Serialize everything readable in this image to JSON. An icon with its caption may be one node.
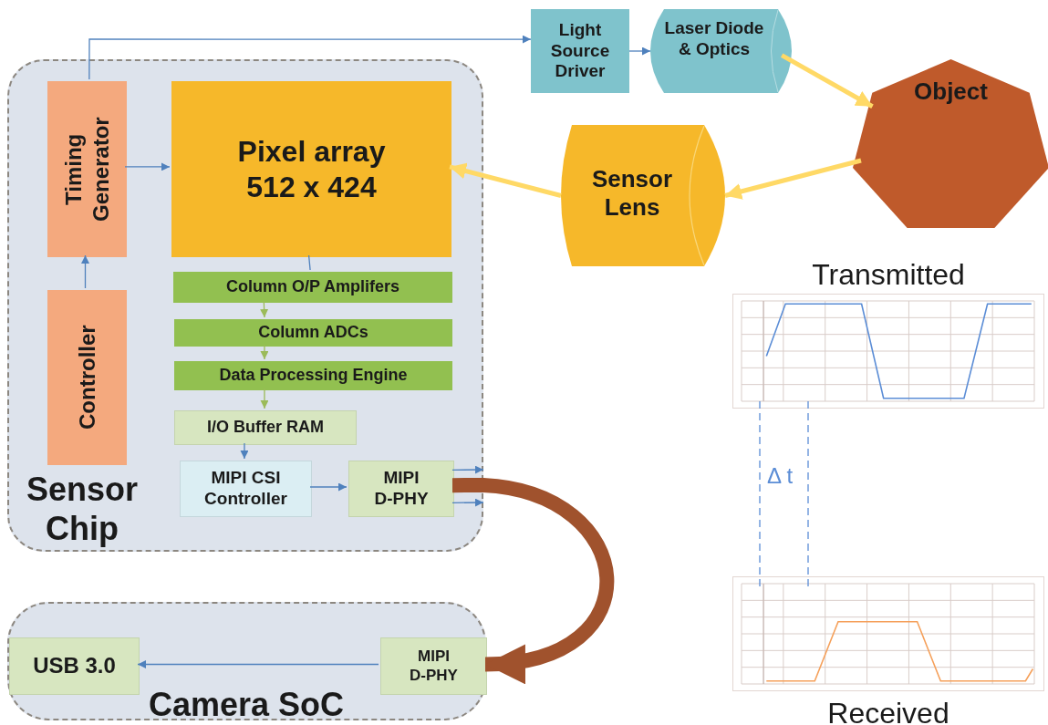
{
  "diagram": {
    "nodes": [
      {
        "text": [
          "Sensor Chip"
        ]
      },
      {
        "text": [
          "Timing Generator"
        ],
        "in": 0
      },
      {
        "text": [
          "Pixel array 512 x 424"
        ],
        "in": 0
      },
      {
        "text": [
          "Controller"
        ],
        "in": 0
      },
      {
        "text": [
          "Column O/P Amplifers"
        ],
        "in": 0
      },
      {
        "text": [
          "Column ADCs"
        ],
        "in": 0
      },
      {
        "text": [
          "Data Processing Engine"
        ],
        "in": 0
      },
      {
        "text": [
          "I/O Buffer RAM"
        ],
        "in": 0
      },
      {
        "text": [
          "MIPI CSI Controller"
        ],
        "in": 0
      },
      {
        "text": [
          "MIPI D-PHY"
        ],
        "in": 0
      },
      {
        "text": [
          "Light Source Driver"
        ]
      },
      {
        "text": [
          "Laser Diode & Optics"
        ]
      },
      {
        "text": [
          "Object"
        ]
      },
      {
        "text": [
          "Sensor Lens"
        ]
      },
      {
        "text": [
          "Camera SoC"
        ]
      },
      {
        "text": [
          "USB 3.0"
        ],
        "in": 14
      },
      {
        "text": [
          "MIPI D-PHY"
        ],
        "in": 14
      },
      {
        "text": [
          "Transmitted"
        ]
      },
      {
        "text": [
          "Received"
        ]
      }
    ],
    "edges": [
      {
        "from": 3,
        "to": 1,
        "arrow": "to"
      },
      {
        "from": 1,
        "to": 2,
        "arrow": "to"
      },
      {
        "from": 1,
        "to": 10,
        "arrow": "to"
      },
      {
        "from": 10,
        "to": 11,
        "arrow": "to"
      },
      {
        "from": 11,
        "to": 12,
        "arrow": "to",
        "style": "thick",
        "color": "#ffd966"
      },
      {
        "from": 12,
        "to": 13,
        "arrow": "to",
        "style": "thick",
        "color": "#ffd966"
      },
      {
        "from": 13,
        "to": 2,
        "arrow": "to",
        "style": "thick",
        "color": "#ffd966"
      },
      {
        "from": 2,
        "to": 4,
        "arrow": "none"
      },
      {
        "from": 4,
        "to": 5,
        "arrow": "to",
        "color": "#9bbb59"
      },
      {
        "from": 5,
        "to": 6,
        "arrow": "to",
        "color": "#9bbb59"
      },
      {
        "from": 6,
        "to": 7,
        "arrow": "to",
        "color": "#9bbb59"
      },
      {
        "from": 7,
        "to": 8,
        "arrow": "to"
      },
      {
        "from": 8,
        "to": 9,
        "arrow": "to"
      },
      {
        "from": 9,
        "to": null,
        "arrow": "to"
      },
      {
        "from": 9,
        "to": null,
        "arrow": "to"
      },
      {
        "from": 9,
        "to": 16,
        "arrow": "to",
        "style": "thick",
        "color": "#a0522d"
      },
      {
        "from": 16,
        "to": 15,
        "arrow": "to"
      }
    ],
    "labels": [
      "Δ t"
    ]
  }
}
